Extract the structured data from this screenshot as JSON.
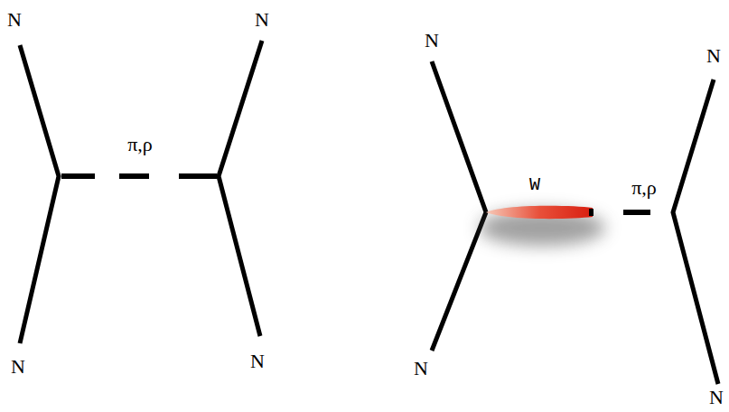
{
  "diagram": {
    "labels": [
      "N",
      "N",
      "π,ρ",
      "N",
      "N",
      "N",
      "N",
      "W",
      "π,ρ",
      "N",
      "N"
    ]
  }
}
